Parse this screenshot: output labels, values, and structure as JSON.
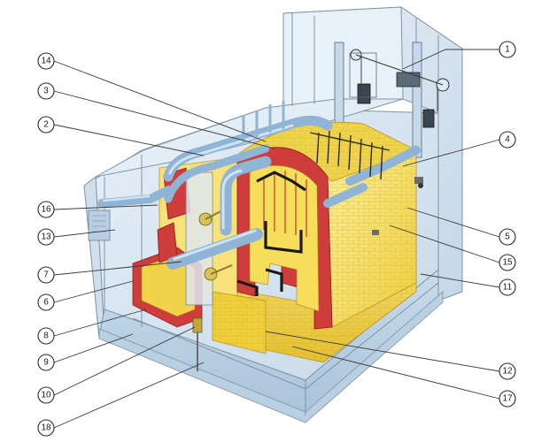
{
  "diagram": {
    "callouts": [
      {
        "id": "c1",
        "label": "1"
      },
      {
        "id": "c14",
        "label": "14"
      },
      {
        "id": "c3",
        "label": "3"
      },
      {
        "id": "c2",
        "label": "2"
      },
      {
        "id": "c4",
        "label": "4"
      },
      {
        "id": "c16",
        "label": "16"
      },
      {
        "id": "c13",
        "label": "13"
      },
      {
        "id": "c5",
        "label": "5"
      },
      {
        "id": "c15",
        "label": "15"
      },
      {
        "id": "c7",
        "label": "7"
      },
      {
        "id": "c11",
        "label": "11"
      },
      {
        "id": "c6",
        "label": "6"
      },
      {
        "id": "c8",
        "label": "8"
      },
      {
        "id": "c9",
        "label": "9"
      },
      {
        "id": "c12",
        "label": "12"
      },
      {
        "id": "c10",
        "label": "10"
      },
      {
        "id": "c17",
        "label": "17"
      },
      {
        "id": "c18",
        "label": "18"
      }
    ],
    "colors": {
      "housing": "#dbe7f2",
      "housing_dark": "#b7cde0",
      "refractory": "#f4dc4c",
      "refractory_light": "#fbef9a",
      "firebrick": "#cf3d3a",
      "pipe": "#8fb4d6",
      "outline": "#7f93a6"
    }
  }
}
